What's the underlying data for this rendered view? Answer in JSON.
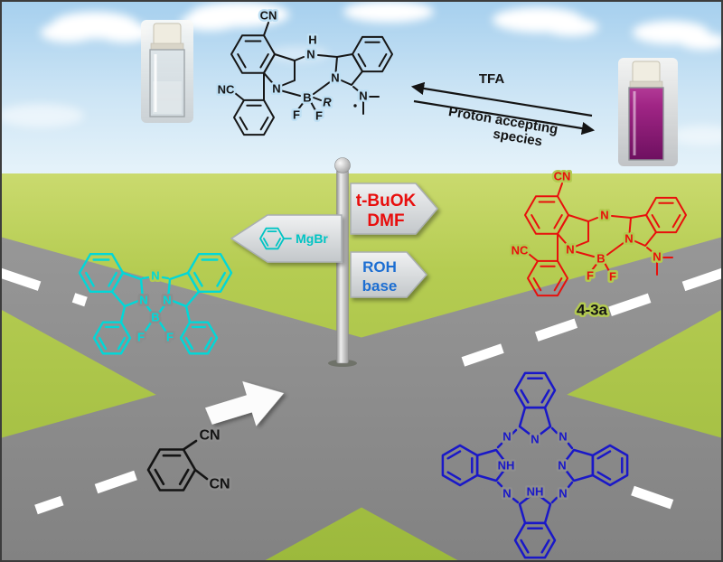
{
  "colors": {
    "sky_top": "#a5cfee",
    "sky_bottom": "#e6f3fa",
    "grass_top": "#cada6e",
    "grass_bottom": "#9cb93c",
    "road": "#8d8d8d",
    "dash": "#ffffff",
    "mol_black": "#161616",
    "mol_cyan": "#00d8d8",
    "mol_red": "#e8100c",
    "mol_blue": "#1a18c8",
    "sign_text_red": "#e8100c",
    "sign_text_blue": "#1e6ed2",
    "liquid_purple": "#a02585"
  },
  "equilibrium": {
    "tfa": "TFA",
    "proton_line1": "Proton accepting",
    "proton_line2": "species"
  },
  "signs": {
    "tbuok": {
      "line1": "t-BuOK",
      "line2": "DMF"
    },
    "mgbr": {
      "label": "MgBr"
    },
    "roh": {
      "line1": "ROH",
      "line2": "base"
    }
  },
  "molecules": {
    "black_open": {
      "cn": "CN",
      "nc": "NC",
      "h": "H",
      "n_bridge": "N",
      "n_left": "N",
      "n_right": "N",
      "b": "B",
      "f1": "F",
      "f2": "F",
      "r": "R",
      "n_amine": "N"
    },
    "red_closed": {
      "cn": "CN",
      "nc": "NC",
      "n_bridge": "N",
      "n_left": "N",
      "n_right": "N",
      "b": "B",
      "f1": "F",
      "f2": "F",
      "n_amine": "N",
      "tag": "4-3a"
    },
    "cyan_bodipy": {
      "n_bridge": "N",
      "n_left": "N",
      "n_right": "N",
      "b": "B",
      "f1": "F",
      "f2": "F"
    },
    "blue_pc": {
      "n_apex_top": "N",
      "n_apex_right": "N",
      "nh_apex_left": "NH",
      "nh_apex_bottom": "NH",
      "n_bridge_tr": "N",
      "n_bridge_br": "N",
      "n_bridge_bl": "N",
      "n_bridge_tl": "N"
    },
    "phthalonitrile": {
      "cn1": "CN",
      "cn2": "CN"
    }
  }
}
